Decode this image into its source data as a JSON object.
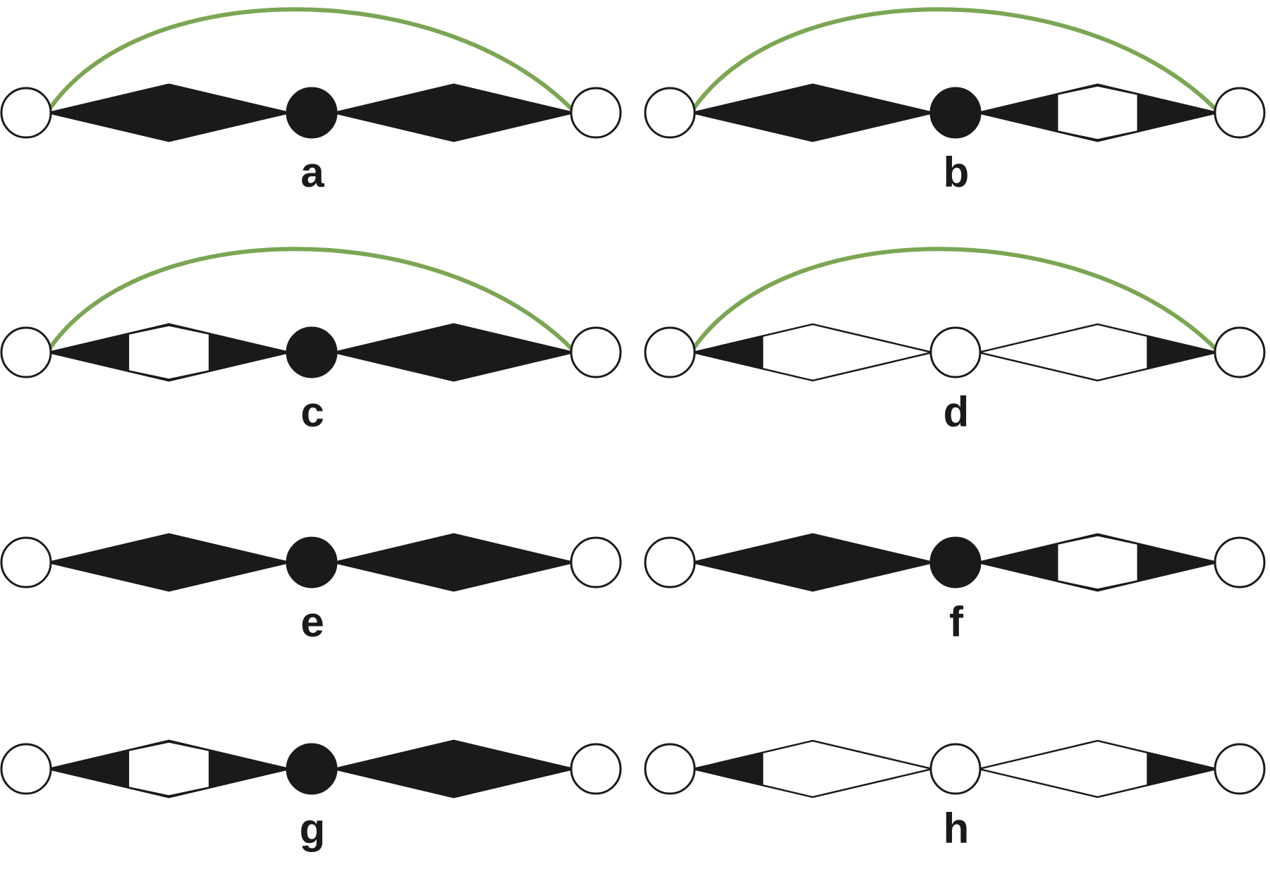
{
  "colors": {
    "ink": "#1a1a1a",
    "background": "#ffffff",
    "arc": "#7ba653"
  },
  "panels": [
    {
      "label": "a",
      "has_arc": true,
      "center_filled": true,
      "left_link": "solid",
      "right_link": "solid"
    },
    {
      "label": "b",
      "has_arc": true,
      "center_filled": true,
      "left_link": "solid",
      "right_link": "double"
    },
    {
      "label": "c",
      "has_arc": true,
      "center_filled": true,
      "left_link": "double",
      "right_link": "solid"
    },
    {
      "label": "d",
      "has_arc": true,
      "center_filled": false,
      "left_link": "outer",
      "right_link": "outer"
    },
    {
      "label": "e",
      "has_arc": false,
      "center_filled": true,
      "left_link": "solid",
      "right_link": "solid"
    },
    {
      "label": "f",
      "has_arc": false,
      "center_filled": true,
      "left_link": "solid",
      "right_link": "double"
    },
    {
      "label": "g",
      "has_arc": false,
      "center_filled": true,
      "left_link": "double",
      "right_link": "solid"
    },
    {
      "label": "h",
      "has_arc": false,
      "center_filled": false,
      "left_link": "outer",
      "right_link": "outer"
    }
  ]
}
